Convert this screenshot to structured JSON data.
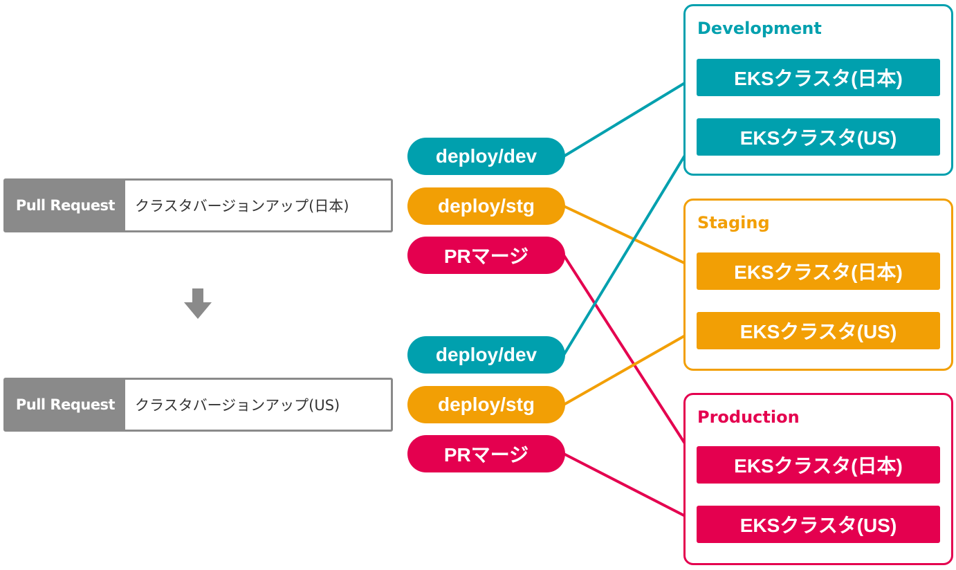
{
  "colors": {
    "dev": "#00a0ae",
    "stg": "#f29f05",
    "prod": "#e4004f",
    "gray": "#8a8a8a"
  },
  "pull_requests": [
    {
      "label": "Pull Request",
      "title": "クラスタバージョンアップ(日本)"
    },
    {
      "label": "Pull Request",
      "title": "クラスタバージョンアップ(US)"
    }
  ],
  "flow_icon": "down-arrow-icon",
  "triggers": [
    {
      "label": "deploy/dev",
      "env": "dev"
    },
    {
      "label": "deploy/stg",
      "env": "stg"
    },
    {
      "label": "PRマージ",
      "env": "prod"
    },
    {
      "label": "deploy/dev",
      "env": "dev"
    },
    {
      "label": "deploy/stg",
      "env": "stg"
    },
    {
      "label": "PRマージ",
      "env": "prod"
    }
  ],
  "environments": [
    {
      "key": "dev",
      "title": "Development",
      "clusters": [
        "EKSクラスタ(日本)",
        "EKSクラスタ(US)"
      ]
    },
    {
      "key": "stg",
      "title": "Staging",
      "clusters": [
        "EKSクラスタ(日本)",
        "EKSクラスタ(US)"
      ]
    },
    {
      "key": "prod",
      "title": "Production",
      "clusters": [
        "EKSクラスタ(日本)",
        "EKSクラスタ(US)"
      ]
    }
  ],
  "connections": [
    {
      "trigger": 0,
      "env": 0,
      "cluster": 0
    },
    {
      "trigger": 1,
      "env": 1,
      "cluster": 0
    },
    {
      "trigger": 2,
      "env": 2,
      "cluster": 0
    },
    {
      "trigger": 3,
      "env": 0,
      "cluster": 1
    },
    {
      "trigger": 4,
      "env": 1,
      "cluster": 1
    },
    {
      "trigger": 5,
      "env": 2,
      "cluster": 1
    }
  ]
}
